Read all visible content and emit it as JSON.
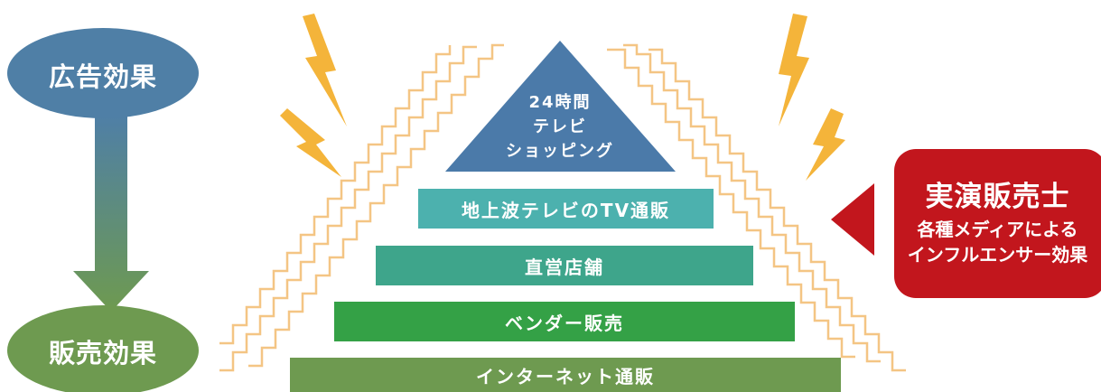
{
  "effects": {
    "top_label": "広告効果",
    "bottom_label": "販売効果"
  },
  "pyramid": {
    "apex": {
      "line1": "24時間",
      "line2": "テレビ",
      "line3": "ショッピング"
    },
    "tiers": [
      "地上波テレビのTV通販",
      "直営店舗",
      "ベンダー販売",
      "インターネット通販"
    ]
  },
  "callout": {
    "title": "実演販売士",
    "line1": "各種メディアによる",
    "line2": "インフルエンサー効果"
  },
  "colors": {
    "top_ellipse": "#4f7fa6",
    "bottom_ellipse": "#6e9a50",
    "apex": "#4b7aa9",
    "tier1": "#4cb1ae",
    "tier2": "#3ea58b",
    "tier3": "#34a146",
    "tier4": "#6e9a50",
    "zigzag": "#f4c584",
    "bolt": "#f4b43a",
    "callout": "#c2161d"
  }
}
